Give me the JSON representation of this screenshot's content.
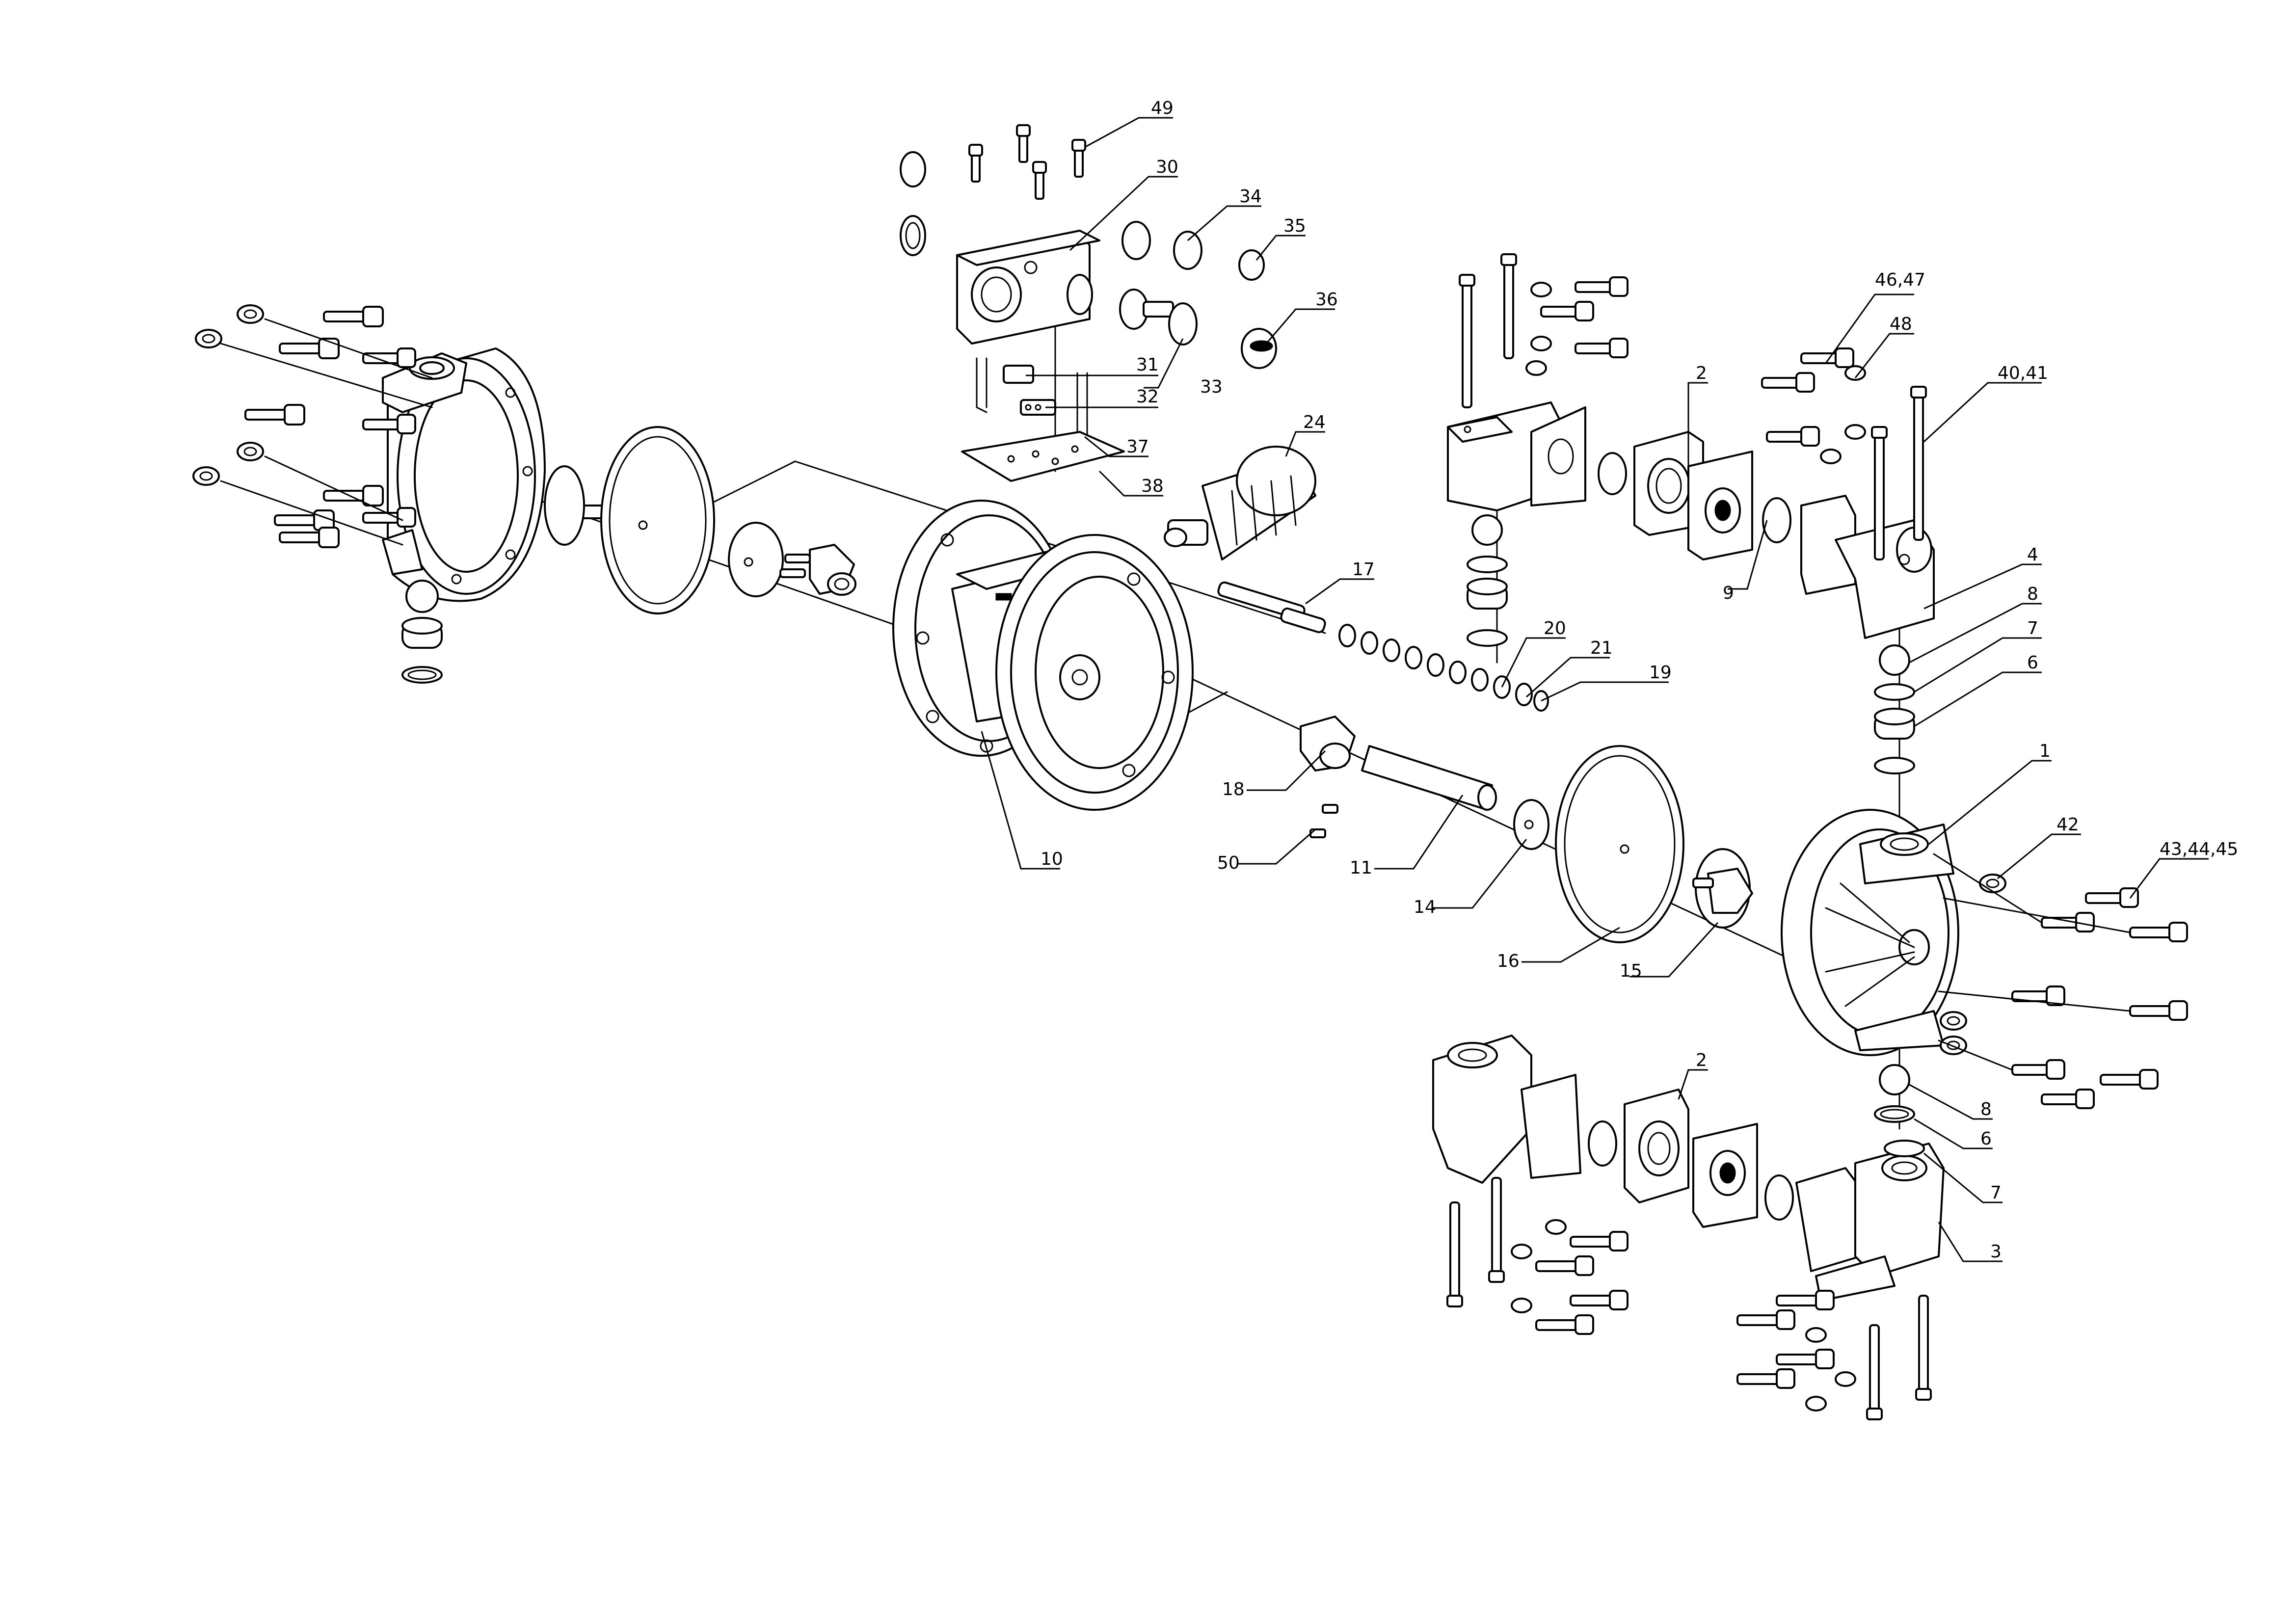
{
  "drawing": {
    "type": "exploded-parts-diagram",
    "line_color": "#000000",
    "background": "#ffffff"
  },
  "callouts": [
    {
      "id": "c49",
      "label": "49"
    },
    {
      "id": "c30",
      "label": "30"
    },
    {
      "id": "c34",
      "label": "34"
    },
    {
      "id": "c35",
      "label": "35"
    },
    {
      "id": "c36",
      "label": "36"
    },
    {
      "id": "c31",
      "label": "31"
    },
    {
      "id": "c32",
      "label": "32"
    },
    {
      "id": "c33",
      "label": "33"
    },
    {
      "id": "c37",
      "label": "37"
    },
    {
      "id": "c38",
      "label": "38"
    },
    {
      "id": "c24",
      "label": "24"
    },
    {
      "id": "c17",
      "label": "17"
    },
    {
      "id": "c20",
      "label": "20"
    },
    {
      "id": "c21",
      "label": "21"
    },
    {
      "id": "c19",
      "label": "19"
    },
    {
      "id": "c18",
      "label": "18"
    },
    {
      "id": "c50",
      "label": "50"
    },
    {
      "id": "c10",
      "label": "10"
    },
    {
      "id": "c11",
      "label": "11"
    },
    {
      "id": "c14",
      "label": "14"
    },
    {
      "id": "c16",
      "label": "16"
    },
    {
      "id": "c15",
      "label": "15"
    },
    {
      "id": "c2a",
      "label": "2"
    },
    {
      "id": "c4647",
      "label": "46,47"
    },
    {
      "id": "c48",
      "label": "48"
    },
    {
      "id": "c4041",
      "label": "40,41"
    },
    {
      "id": "c9",
      "label": "9"
    },
    {
      "id": "c4",
      "label": "4"
    },
    {
      "id": "c8a",
      "label": "8"
    },
    {
      "id": "c7a",
      "label": "7"
    },
    {
      "id": "c6a",
      "label": "6"
    },
    {
      "id": "c1",
      "label": "1"
    },
    {
      "id": "c42",
      "label": "42"
    },
    {
      "id": "c434445",
      "label": "43,44,45"
    },
    {
      "id": "c2b",
      "label": "2"
    },
    {
      "id": "c8b",
      "label": "8"
    },
    {
      "id": "c6b",
      "label": "6"
    },
    {
      "id": "c7b",
      "label": "7"
    },
    {
      "id": "c3",
      "label": "3"
    }
  ]
}
